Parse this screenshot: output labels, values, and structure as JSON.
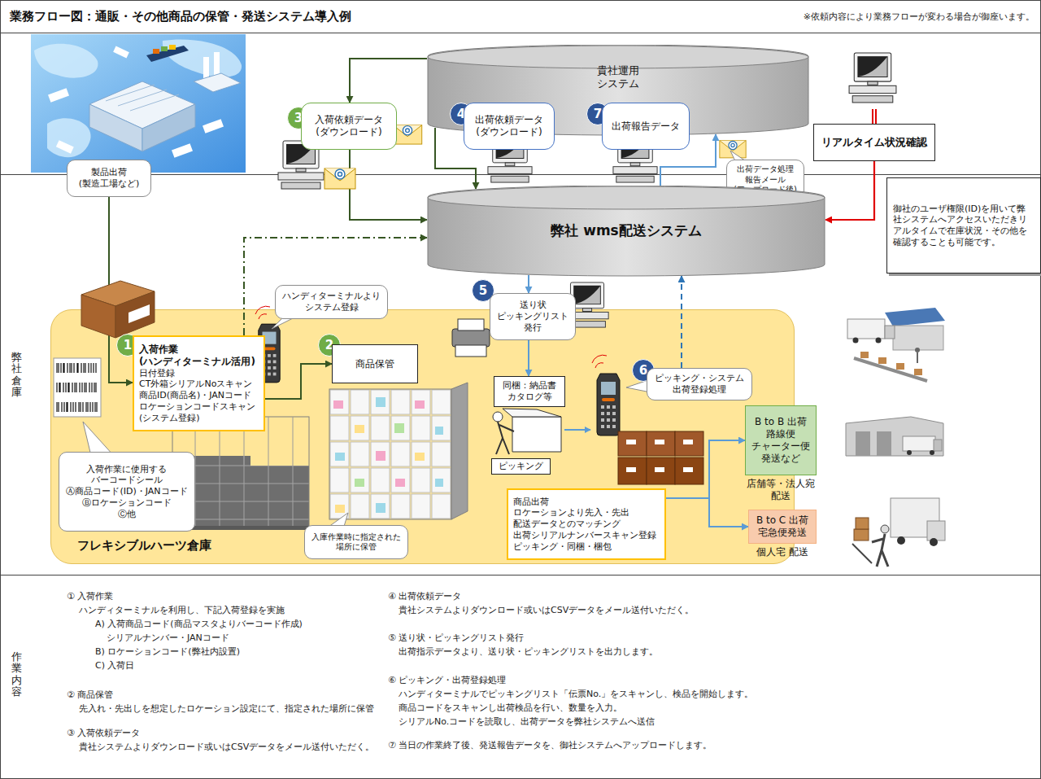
{
  "diagram": {
    "title": "業務フロー図：通販・その他商品の保管・発送システム導入例",
    "nodes": [
      {
        "text": [
          "貴社運用 システム"
        ]
      },
      {
        "text": [
          "製品出荷 (製造工場など)"
        ]
      },
      {
        "text": [
          "3"
        ]
      },
      {
        "text": [
          "入荷依頼データ (ダウンロード)"
        ]
      },
      {
        "text": [
          "4"
        ]
      },
      {
        "text": [
          "出荷依頼データ (ダウンロード)"
        ]
      },
      {
        "text": [
          "7"
        ]
      },
      {
        "text": [
          "出荷報告データ"
        ]
      },
      {
        "text": [
          "出荷データ処理 報告メール (アップロード後)"
        ]
      },
      {
        "text": [
          "リアルタイム状況確認"
        ]
      },
      {
        "text": [
          "御社のユーザ権限(ID)を用いて弊社システムへアクセスいただきリアルタイムで在庫状況・その他を確認することも可能です。"
        ]
      },
      {
        "text": [
          "弊社 wms配送システム"
        ]
      },
      {
        "text": [
          "ハンディターミナルより システム登録"
        ]
      },
      {
        "text": [
          "5"
        ]
      },
      {
        "text": [
          "送り状 ピッキングリスト 発行"
        ]
      },
      {
        "text": [
          "フレキシブルハーツ倉庫"
        ]
      },
      {
        "text": [
          "1"
        ],
        "in": 15
      },
      {
        "text": [
          "入荷作業 (ハンディターミナル活用)",
          "日付登録 CT外箱シリアルNoスキャン 商品ID(商品名)・JANコード ロケーションコードスキャン (システム登録)"
        ],
        "in": 15
      },
      {
        "text": [
          "2"
        ],
        "in": 15
      },
      {
        "text": [
          "商品保管"
        ],
        "in": 15
      },
      {
        "text": [
          "入荷作業に使用する バーコードシール Ⓐ商品コード(ID)・JANコード Ⓑロケーションコード Ⓒ他"
        ],
        "in": 15
      },
      {
        "text": [
          "入庫作業時に指定された 場所に保管"
        ],
        "in": 15
      },
      {
        "text": [
          "同梱：納品書 カタログ等"
        ],
        "in": 15
      },
      {
        "text": [
          "ピッキング"
        ],
        "in": 15
      },
      {
        "text": [
          "6"
        ],
        "in": 15
      },
      {
        "text": [
          "ピッキング・システム 出荷登録処理"
        ],
        "in": 15
      },
      {
        "text": [
          "商品出荷 ロケーションより先入・先出 配送データとのマッチング 出荷シリアルナンバースキャン登録 ピッキング・同梱・梱包"
        ],
        "in": 15
      },
      {
        "text": [
          "B to B 出荷 路線便 チャーター便 発送など",
          "店舗等・法人宛 配送"
        ]
      },
      {
        "text": [
          "B to C 出荷 宅急便発送",
          "個人宅 配送"
        ]
      }
    ],
    "edges": [
      {
        "from": 1,
        "to": 17,
        "arrow": "to"
      },
      {
        "from": 17,
        "to": 19,
        "arrow": "to"
      },
      {
        "from": 17,
        "to": 11,
        "arrow": "to"
      },
      {
        "from": 0,
        "to": 3,
        "arrow": "to"
      },
      {
        "from": 3,
        "to": 11,
        "arrow": "to"
      },
      {
        "from": 0,
        "to": 11,
        "arrow": "to"
      },
      {
        "from": 11,
        "to": 0,
        "arrow": "to"
      },
      {
        "from": 11,
        "to": 14,
        "arrow": "to"
      },
      {
        "from": 14,
        "to": 22,
        "arrow": "to"
      },
      {
        "from": 25,
        "to": 11,
        "arrow": "to"
      },
      {
        "from": 26,
        "to": 27,
        "arrow": "to"
      },
      {
        "from": 26,
        "to": 28,
        "arrow": "to"
      },
      {
        "from": 9,
        "to": 11,
        "arrow": "to"
      }
    ],
    "labels": [
      "※依頼内容により業務フローが変わる場合が御座います。",
      "弊社倉庫",
      "作業内容",
      "① 入荷作業",
      "ハンディターミナルを利用し、下記入荷登録を実施",
      "A) 入荷商品コード(商品マスタよりバーコード作成)",
      "シリアルナンバー・JANコード",
      "B) ロケーションコード(弊社内設置)",
      "C) 入荷日",
      "② 商品保管",
      "先入れ・先出しを想定したロケーション設定にて、指定された場所に保管",
      "③ 入荷依頼データ",
      "貴社システムよりダウンロード或いはCSVデータをメール送付いただく。",
      "④ 出荷依頼データ",
      "貴社システムよりダウンロード或いはCSVデータをメール送付いただく。",
      "⑤ 送り状・ピッキングリスト発行",
      "出荷指示データより、送り状・ピッキングリストを出力します。",
      "⑥ ピッキング・出荷登録処理",
      "ハンディターミナルでピッキングリスト「伝票No.」をスキャンし、検品を開始します。",
      "商品コードをスキャンし出荷検品を行い、数量を入力。",
      "シリアルNo.コードを読取し、出荷データを弊社システムへ送信",
      "⑦ 当日の作業終了後、発送報告データを、御社システムへアップロードします。"
    ]
  }
}
